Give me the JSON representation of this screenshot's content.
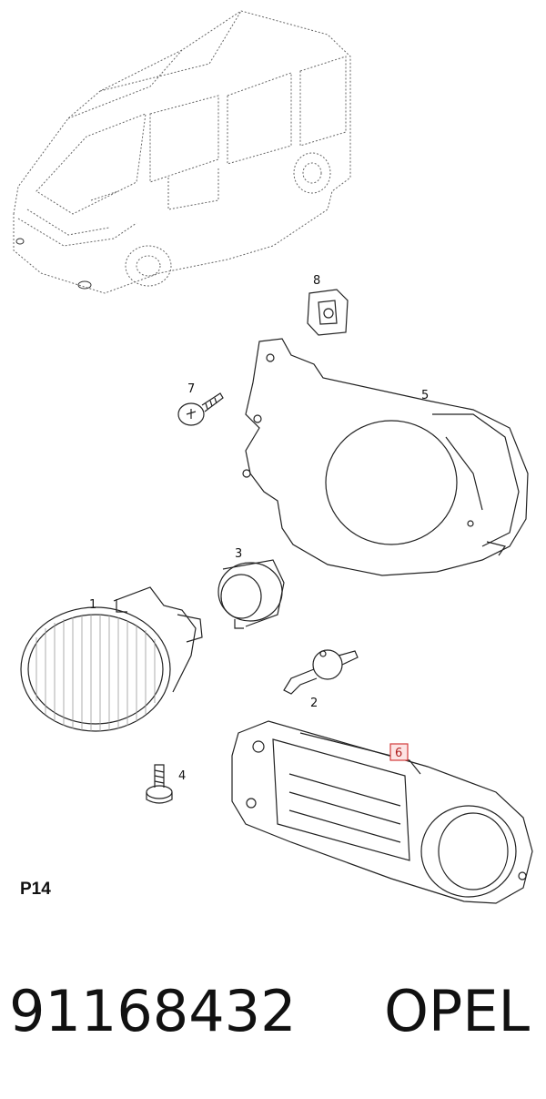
{
  "diagram": {
    "page_ref": "P14",
    "callouts": [
      {
        "id": "1",
        "label": "1"
      },
      {
        "id": "2",
        "label": "2"
      },
      {
        "id": "3",
        "label": "3"
      },
      {
        "id": "4",
        "label": "4"
      },
      {
        "id": "5",
        "label": "5"
      },
      {
        "id": "6",
        "label": "6",
        "highlighted": true
      },
      {
        "id": "7",
        "label": "7"
      },
      {
        "id": "8",
        "label": "8"
      }
    ],
    "highlight_color": "#d23a3a"
  },
  "footer": {
    "part_number": "91168432",
    "brand": "OPEL"
  }
}
